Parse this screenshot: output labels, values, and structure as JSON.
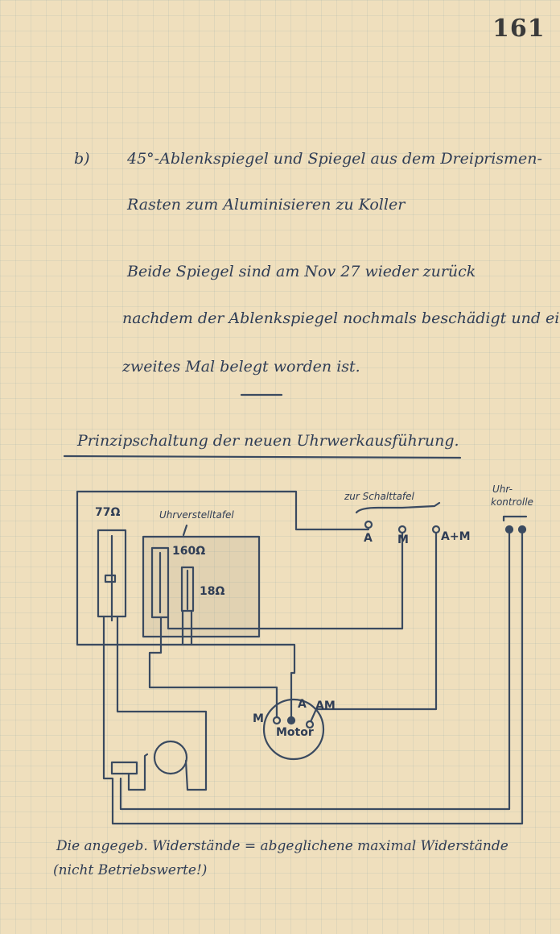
{
  "page_number": "161",
  "section_b": {
    "marker": "b)",
    "lines": [
      "45°-Ablenkspiegel und Spiegel aus dem Dreiprismen-",
      "Rasten zum Aluminisieren zu Koller"
    ]
  },
  "note": {
    "lines": [
      "Beide Spiegel sind am Nov 27 wieder zurück",
      "nachdem der Ablenkspiegel nochmals beschädigt und ein",
      "zweites Mal belegt worden ist."
    ]
  },
  "diagram_title": "Prinzipschaltung der neuen Uhrwerkausführung.",
  "diagram": {
    "r77": "77Ω",
    "panel": "Uhrverstelltafel",
    "r160": "160Ω",
    "r18": "18Ω",
    "switchboard": "zur Schalttafel",
    "term_a": "A",
    "term_m": "M",
    "term_am": "A+M",
    "control_1": "Uhr-",
    "control_2": "kontrolle",
    "motor_m": "M",
    "motor_a": "A",
    "motor_am": "AM",
    "motor": "Motor"
  },
  "footer": {
    "line1": "Die angegeb. Widerstände = abgeglichene maximal Widerstände",
    "line2": "(nicht Betriebswerte!)"
  }
}
